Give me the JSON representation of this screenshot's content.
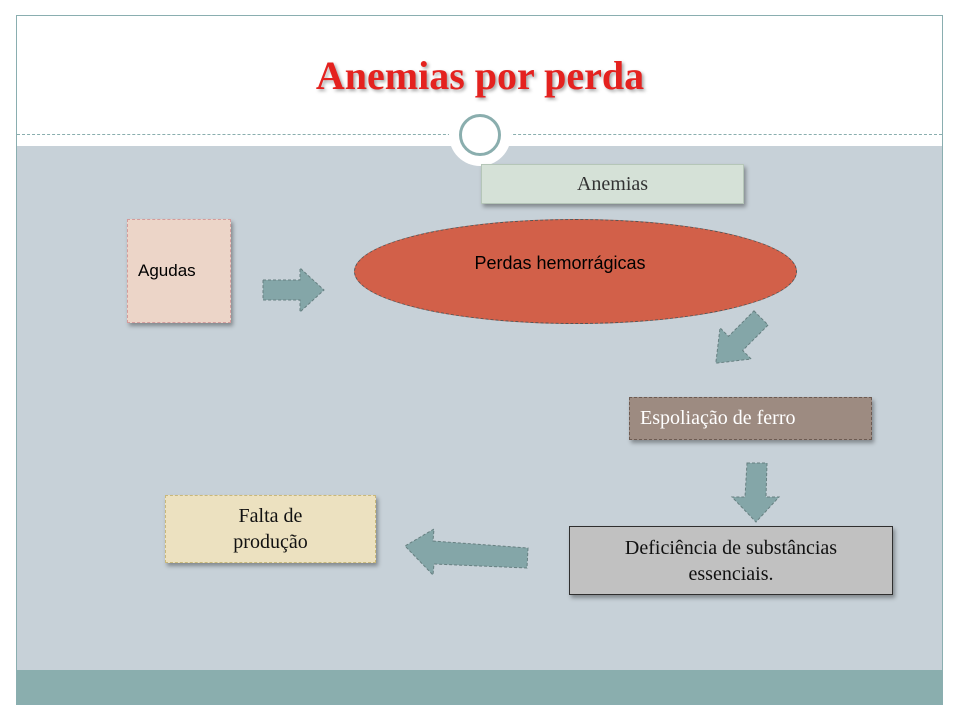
{
  "slide": {
    "title": "Anemias por perda"
  },
  "diagram": {
    "anemias": "Anemias",
    "agudas": "Agudas",
    "perdas": "Perdas hemorrágicas",
    "espoliacao": "Espoliação de ferro",
    "deficiencia_line1": "Deficiência de substâncias",
    "deficiencia_line2": "essenciais.",
    "falta_line1": "Falta de",
    "falta_line2": "produção"
  },
  "colors": {
    "title": "#e4221f",
    "background": "#c7d1d8",
    "accent": "#8aaeae",
    "ellipse": "#d26049",
    "arrow": "#84a6a8"
  }
}
